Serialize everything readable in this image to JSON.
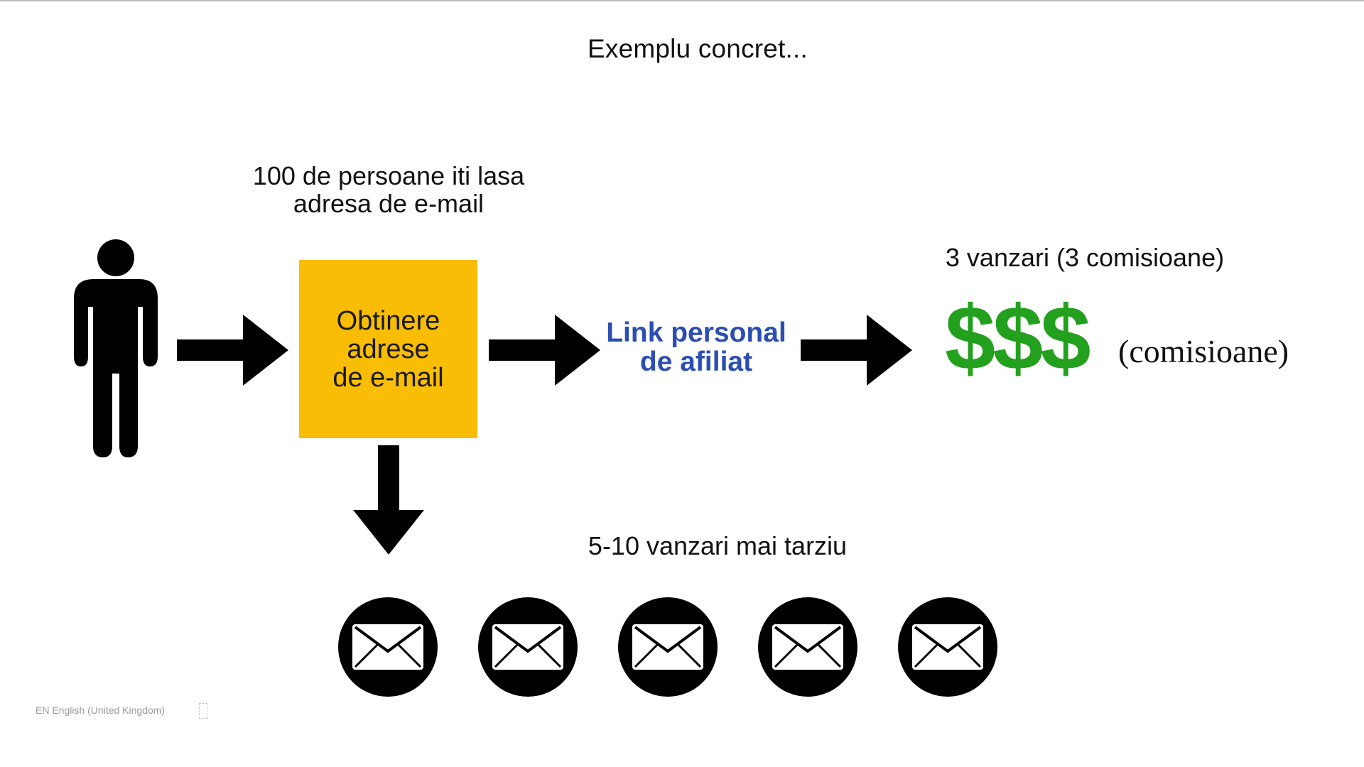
{
  "title": "Exemplu concret...",
  "caption_top": "100 de persoane iti lasa\nadresa de e-mail",
  "box_label": "Obtinere\nadrese\nde e-mail",
  "link_label": "Link personal\nde afiliat",
  "caption_right": "3 vanzari (3 comisioane)",
  "dollars": "$$$",
  "commissions_label": "(comisioane)",
  "caption_bottom": "5-10 vanzari mai tarziu",
  "language_indicator": "EN English (United Kingdom)",
  "colors": {
    "box": "#f9bd05",
    "link": "#2b4eb2",
    "dollars": "#22a01e",
    "arrows": "#000000"
  },
  "icons": {
    "person": "person-icon",
    "envelope": "envelope-icon",
    "arrow": "arrow-icon"
  },
  "envelope_count": 5
}
